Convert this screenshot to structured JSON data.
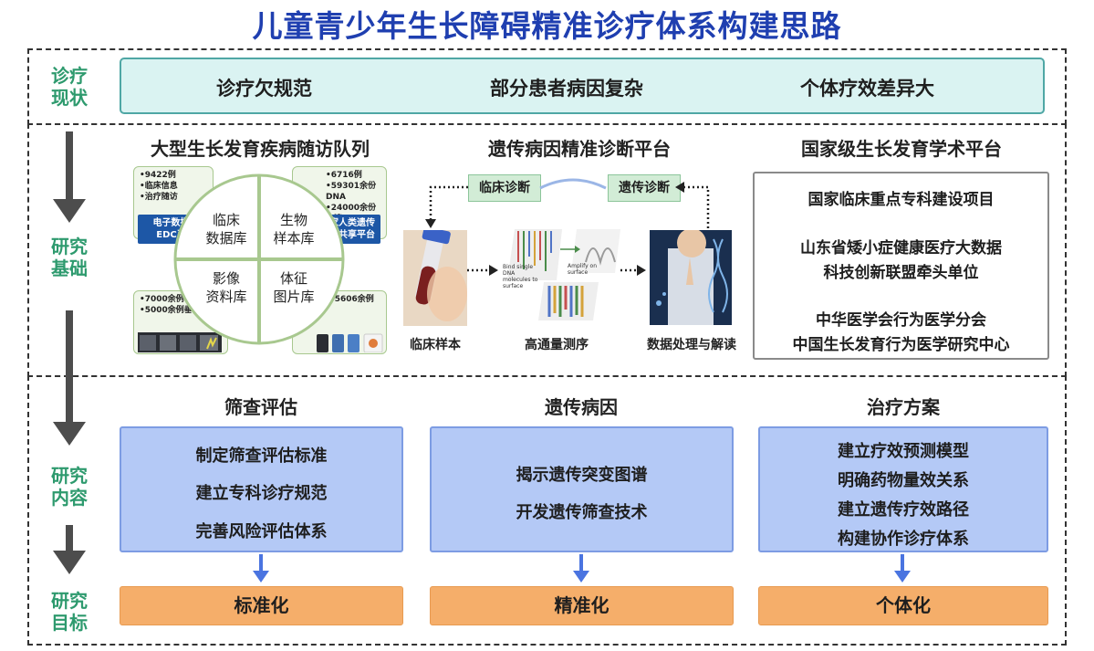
{
  "title": "儿童青少年生长障碍精准诊疗体系构建思路",
  "side_labels": {
    "status": [
      "诊疗",
      "现状"
    ],
    "foundation": [
      "研究",
      "基础"
    ],
    "content": [
      "研究",
      "内容"
    ],
    "goal": [
      "研究",
      "目标"
    ]
  },
  "status": [
    "诊疗欠规范",
    "部分患者病因复杂",
    "个体疗效差异大"
  ],
  "cohort": {
    "title": "大型生长发育疾病随访队列",
    "tl_box": [
      "•9422例",
      "•临床信息",
      "•治疗随访"
    ],
    "tl_tag": [
      "电子数据库",
      "EDC系统"
    ],
    "tr_box": [
      "•6716例",
      "•59301余份DNA",
      "•24000余份血清"
    ],
    "tr_tag": [
      "国家人类遗传",
      "资源共享平台"
    ],
    "bl_box": [
      "•7000余例骨龄相",
      "•5000余例垂体影像"
    ],
    "br_box": [
      "•5606余例"
    ],
    "quadrants": [
      [
        "临床",
        "数据库"
      ],
      [
        "生物",
        "样本库"
      ],
      [
        "影像",
        "资料库"
      ],
      [
        "体征",
        "图片库"
      ]
    ]
  },
  "genetic": {
    "title": "遗传病因精准诊断平台",
    "clinical_diag": "临床诊断",
    "genetic_diag": "遗传诊断",
    "seq_text1": [
      "Bind single",
      "DNA",
      "molecules to",
      "surface"
    ],
    "seq_text2": [
      "Amplify on",
      "surface"
    ],
    "captions": [
      "临床样本",
      "高通量测序",
      "数据处理与解读"
    ]
  },
  "academic": {
    "title": "国家级生长发育学术平台",
    "lines": [
      "国家临床重点专科建设项目",
      "山东省矮小症健康医疗大数据",
      "科技创新联盟牵头单位",
      "中华医学会行为医学分会",
      "中国生长发育行为医学研究中心"
    ]
  },
  "content": [
    {
      "title": "筛查评估",
      "items": [
        "制定筛查评估标准",
        "建立专科诊疗规范",
        "完善风险评估体系"
      ],
      "goal": "标准化"
    },
    {
      "title": "遗传病因",
      "items": [
        "揭示遗传突变图谱",
        "开发遗传筛查技术"
      ],
      "goal": "精准化"
    },
    {
      "title": "治疗方案",
      "items": [
        "建立疗效预测模型",
        "明确药物量效关系",
        "建立遗传疗效路径",
        "构建协作诊疗体系"
      ],
      "goal": "个体化"
    }
  ],
  "colors": {
    "title": "#1f3fb0",
    "side_label": "#2e9a6e",
    "status_bg": "#daf3f2",
    "content_box": "#b4c9f6",
    "goal_box": "#f5ae6a",
    "tag_blue": "#1d57a6",
    "arrow_blue": "#4a74e0"
  }
}
